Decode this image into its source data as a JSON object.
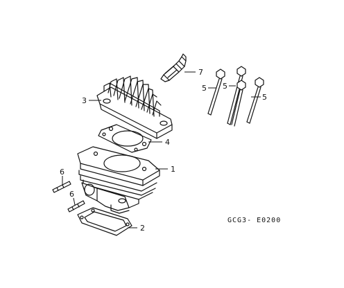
{
  "diagram": {
    "reference_code": "GCG3- E0200",
    "callouts": [
      {
        "id": "cylinder",
        "label": "1"
      },
      {
        "id": "cylinder-gasket",
        "label": "2"
      },
      {
        "id": "cylinder-head",
        "label": "3"
      },
      {
        "id": "head-gasket",
        "label": "4"
      },
      {
        "id": "stud-bolt-a",
        "label": "5"
      },
      {
        "id": "stud-bolt-b",
        "label": "5"
      },
      {
        "id": "stud-bolt-c",
        "label": "5"
      },
      {
        "id": "dowel-pin-upper",
        "label": "6"
      },
      {
        "id": "dowel-pin-lower",
        "label": "6"
      },
      {
        "id": "spark-plug",
        "label": "7"
      }
    ]
  }
}
